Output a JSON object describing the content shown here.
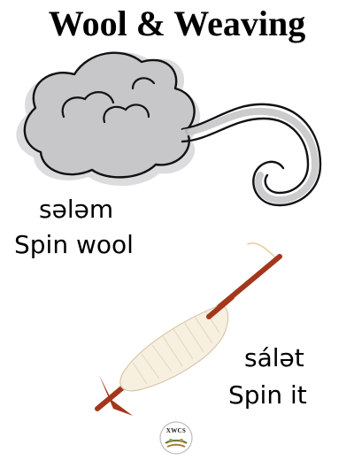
{
  "title": "Wool & Weaving",
  "entries": [
    {
      "word": "sələm",
      "gloss": "Spin wool"
    },
    {
      "word": "sálət",
      "gloss": "Spin it"
    }
  ],
  "logo": {
    "text": "XWCS"
  },
  "icons": {
    "wool": "wool-tuft-illustration",
    "spindle": "drop-spindle-illustration"
  },
  "colors": {
    "wool_fill": "#c7c7c9",
    "wool_shadow": "#dcdcde",
    "yarn_fill": "#f7efe0",
    "spindle_wood": "#a3371c",
    "outline": "#111111"
  }
}
